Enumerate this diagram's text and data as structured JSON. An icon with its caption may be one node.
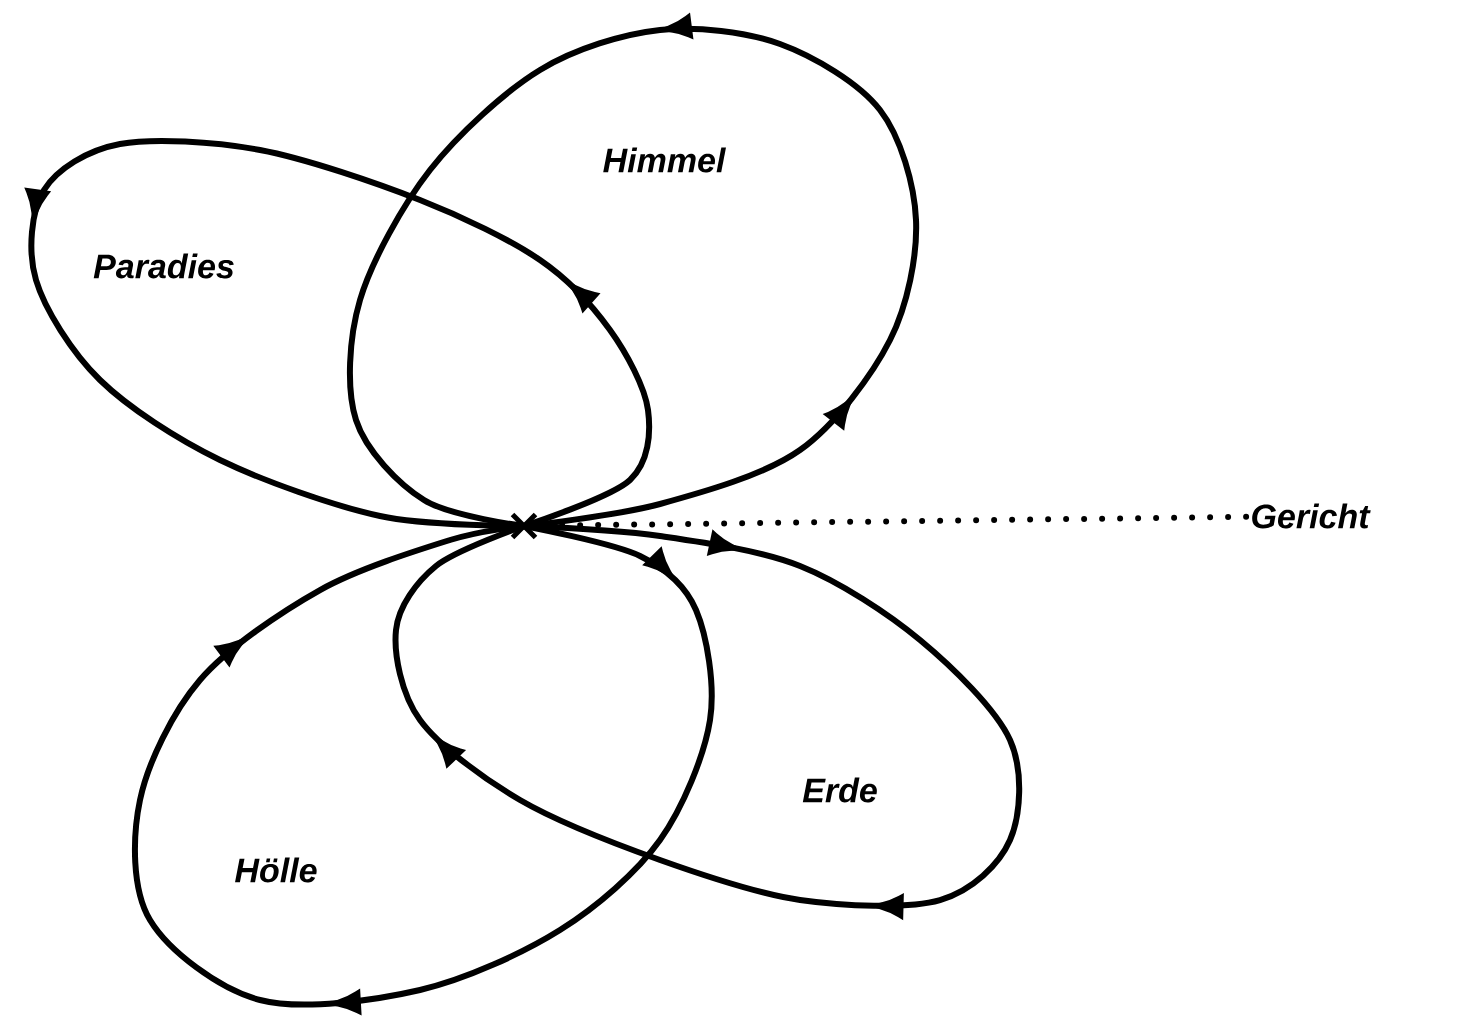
{
  "diagram": {
    "nodes": [
      {
        "text": [
          "Himmel"
        ]
      },
      {
        "text": [
          "Paradies"
        ]
      },
      {
        "text": [
          "Erde"
        ]
      },
      {
        "text": [
          "Hölle"
        ]
      },
      {
        "text": [
          "Gericht"
        ]
      },
      {
        "text": [],
        "shape": "cross"
      }
    ],
    "edges": [
      {
        "from": 4,
        "to": 5,
        "arrow": "none",
        "style": "dashed"
      }
    ]
  }
}
